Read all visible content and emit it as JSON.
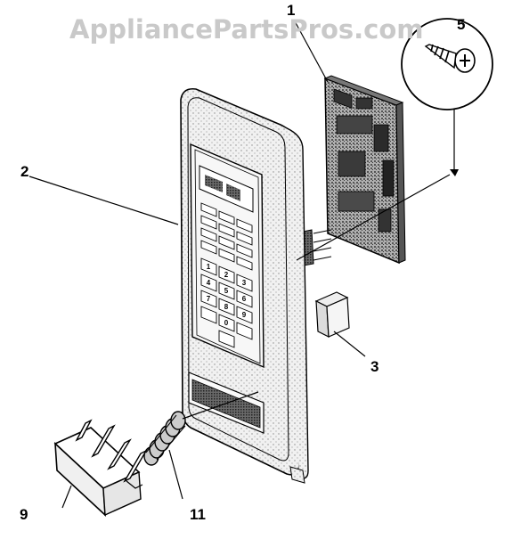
{
  "watermark": "AppliancePartsPros.com",
  "callouts": {
    "circuit_board": "1",
    "control_panel": "2",
    "connector_cover": "3",
    "screw": "5",
    "door_release_button": "9",
    "spring": "11"
  },
  "keypad": {
    "number_keys": [
      "1",
      "2",
      "3",
      "4",
      "5",
      "6",
      "7",
      "8",
      "9",
      "0"
    ]
  },
  "colors": {
    "line": "#000000",
    "panel_fill": "#ededed",
    "board_fill": "#9a9a9a",
    "watermark": "#c9c9c9"
  }
}
